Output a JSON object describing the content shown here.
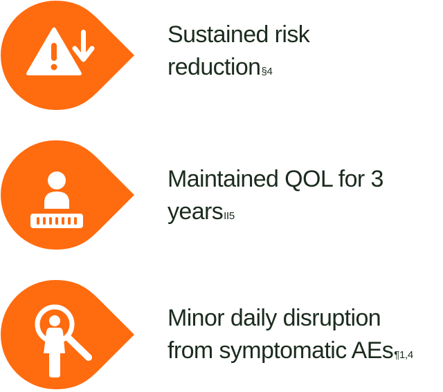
{
  "colors": {
    "accent": "#FF6B0F",
    "text": "#1B2B1E",
    "background": "#FFFFFF"
  },
  "items": [
    {
      "icon": "warning-decrease-icon",
      "line1": "Sustained risk",
      "line2": "reduction",
      "sup": "§4"
    },
    {
      "icon": "person-scale-icon",
      "line1": "Maintained QOL for 3",
      "line2": "years",
      "sup": "II5"
    },
    {
      "icon": "person-search-icon",
      "line1": "Minor daily disruption",
      "line2": "from symptomatic AEs",
      "sup": "¶1,4"
    }
  ]
}
